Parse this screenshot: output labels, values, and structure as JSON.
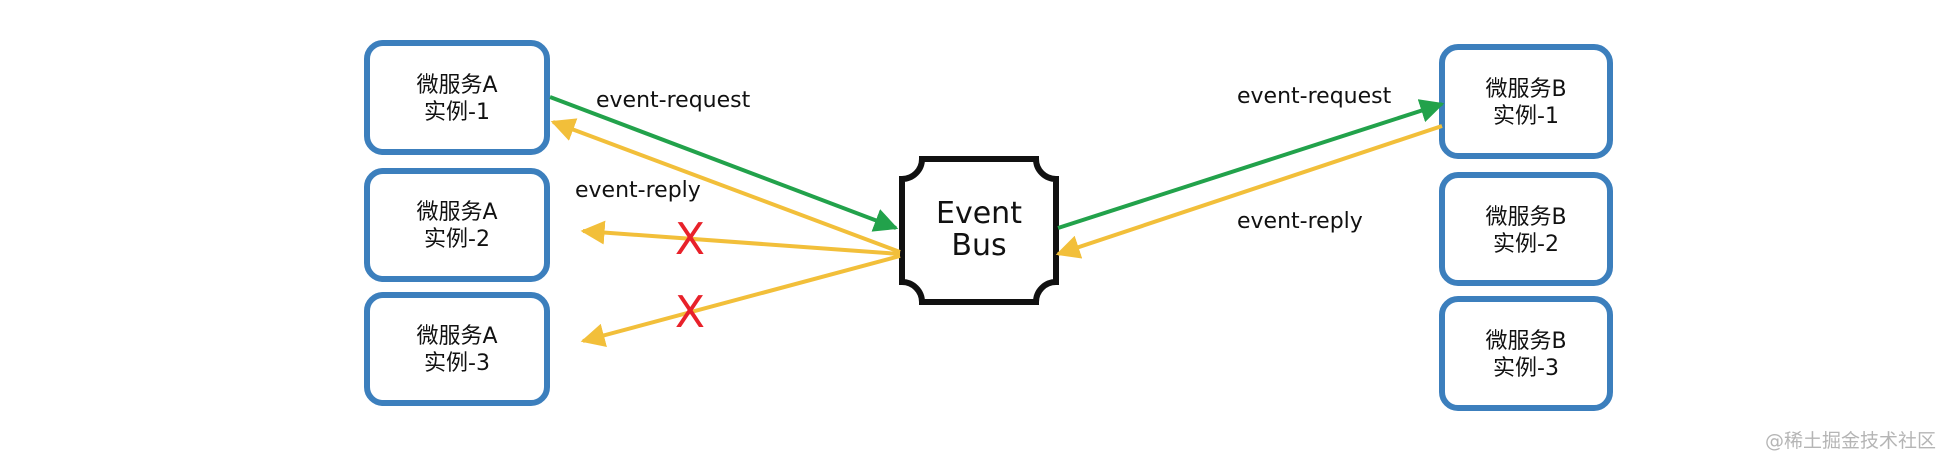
{
  "nodes": {
    "a1": {
      "line1": "微服务A",
      "line2": "实例-1"
    },
    "a2": {
      "line1": "微服务A",
      "line2": "实例-2"
    },
    "a3": {
      "line1": "微服务A",
      "line2": "实例-3"
    },
    "b1": {
      "line1": "微服务B",
      "line2": "实例-1"
    },
    "b2": {
      "line1": "微服务B",
      "line2": "实例-2"
    },
    "b3": {
      "line1": "微服务B",
      "line2": "实例-3"
    }
  },
  "event_bus": {
    "line1": "Event",
    "line2": "Bus"
  },
  "labels": {
    "left_request": "event-request",
    "left_reply": "event-reply",
    "right_request": "event-request",
    "right_reply": "event-reply"
  },
  "marks": {
    "x1": "X",
    "x2": "X"
  },
  "colors": {
    "node_border": "#3c7fbd",
    "request_arrow": "#22a24b",
    "reply_arrow": "#f2bf3a",
    "x_mark": "#e8212a"
  },
  "watermark": "@稀土掘金技术社区"
}
